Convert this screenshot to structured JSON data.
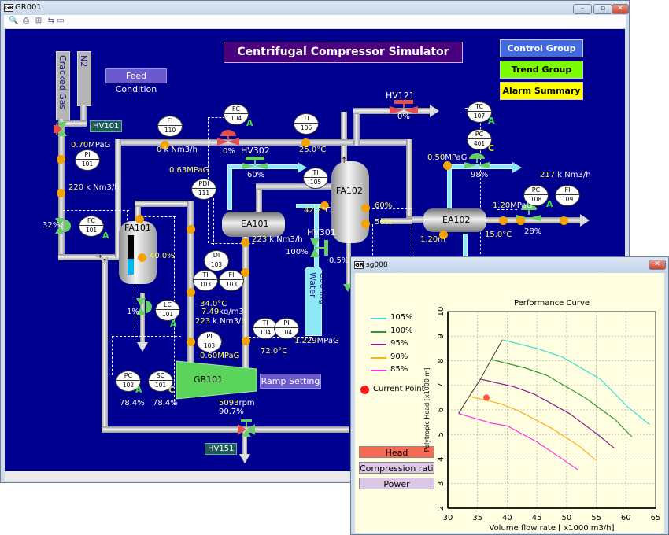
{
  "main_window": {
    "title": "GR001",
    "app_icon": "gr-app-icon",
    "controls": {
      "minimize": "–",
      "maximize": "▫",
      "close": "✕"
    },
    "toolbar": [
      {
        "name": "zoom-icon",
        "glyph": "🔍"
      },
      {
        "name": "print-icon",
        "glyph": "⎙"
      },
      {
        "name": "network-icon",
        "glyph": "⊞"
      },
      {
        "name": "back-forward-icon",
        "glyph": "⇆"
      },
      {
        "name": "window-icon",
        "glyph": "▭"
      }
    ]
  },
  "header": {
    "title": "Centrifugal Compressor Simulator",
    "buttons": {
      "control_group": "Control Group",
      "trend_group": "Trend Group",
      "alarm_summary": "Alarm Summary",
      "feed_condition": "Feed Condition",
      "ramp_setting": "Ramp Setting"
    }
  },
  "feeds": {
    "cracked_gas": "Cracked Gas",
    "n2": "N2",
    "cooling_water": "Cooling Water"
  },
  "equipment": {
    "fa101": "FA101",
    "fa102": "FA102",
    "ea101": "EA101",
    "ea102": "EA102",
    "gb101": "GB101"
  },
  "valves": {
    "hv101": {
      "tag": "HV101"
    },
    "hv121": {
      "tag": "HV121",
      "opening": "0%"
    },
    "hv302": {
      "tag": "HV302",
      "opening": "60%"
    },
    "hv301": {
      "tag": "HV301",
      "opening": "100%"
    },
    "hv151": {
      "tag": "HV151"
    },
    "fc101_valve": "32%",
    "fc104_valve": "0%",
    "lc101_valve": "1%",
    "pc401_valve": "98%",
    "pc108_valve": "28%",
    "fa102_bottom_valve": "0.5%"
  },
  "instruments": {
    "pi101": {
      "type": "PI",
      "num": "101"
    },
    "fc101": {
      "type": "FC",
      "num": "101",
      "mode": "A"
    },
    "fi110": {
      "type": "FI",
      "num": "110"
    },
    "fc104": {
      "type": "FC",
      "num": "104",
      "mode": "A"
    },
    "ti106": {
      "type": "TI",
      "num": "106"
    },
    "pdi111": {
      "type": "PDI",
      "num": "111"
    },
    "ti105": {
      "type": "TI",
      "num": "105"
    },
    "tc107": {
      "type": "TC",
      "num": "107",
      "mode": "A"
    },
    "pc401": {
      "type": "PC",
      "num": "401",
      "mode": "C"
    },
    "pc108": {
      "type": "PC",
      "num": "108",
      "mode": "A"
    },
    "fi109": {
      "type": "FI",
      "num": "109"
    },
    "di103": {
      "type": "DI",
      "num": "103"
    },
    "ti103": {
      "type": "TI",
      "num": "103"
    },
    "fi103": {
      "type": "FI",
      "num": "103"
    },
    "lc101": {
      "type": "LC",
      "num": "101",
      "mode": "A"
    },
    "pi103": {
      "type": "PI",
      "num": "103"
    },
    "ti104": {
      "type": "TI",
      "num": "104"
    },
    "pi104": {
      "type": "PI",
      "num": "104"
    },
    "pc102": {
      "type": "PC",
      "num": "102",
      "mode": "A"
    },
    "sc101": {
      "type": "SC",
      "num": "101",
      "mode": "C"
    }
  },
  "readings": {
    "pi101": {
      "value": "0.70",
      "unit": "MPaG"
    },
    "flow_feed": {
      "value": "220",
      "unit": " k Nm3/h"
    },
    "fi110": {
      "value": "0",
      "unit": " k Nm3/h"
    },
    "ti106": {
      "value": "25.0",
      "unit": "°C"
    },
    "pdi111": {
      "value": "0.63",
      "unit": "MPaG"
    },
    "ti105": {
      "value": "42.2",
      "unit": "°C"
    },
    "ea101_flow": {
      "value": "223",
      "unit": " k Nm3/h"
    },
    "fa101_level": {
      "value": "40.0%"
    },
    "fa102_high": {
      "value": "60%"
    },
    "fa102_low": {
      "value": "50%"
    },
    "pc401": {
      "value": "0.50",
      "unit": "MPaG"
    },
    "fi109": {
      "value": "217",
      "unit": " k Nm3/h"
    },
    "pc108": {
      "value": "1.20",
      "unit": "MPaG"
    },
    "ea102_level": {
      "value": "1.20",
      "unit": "m"
    },
    "ea102_temp": {
      "value": "15.0",
      "unit": "°C"
    },
    "ti103": {
      "value": "34.0",
      "unit": "°C"
    },
    "di103": {
      "value": "7.49",
      "unit": "kg/m3"
    },
    "fi103": {
      "value": "223",
      "unit": " k Nm3/h"
    },
    "pi103": {
      "value": "0.60",
      "unit": "MPaG"
    },
    "ti104": {
      "value": "72.0",
      "unit": "°C"
    },
    "pi104": {
      "value": "1.229",
      "unit": "MPaG"
    },
    "pc102_out": "78.4%",
    "sc101_out": "78.4%",
    "gb101_speed": {
      "value": "5093",
      "unit": "rpm"
    },
    "gb101_pct": "90.7%"
  },
  "popup": {
    "title": "sg008",
    "close": "✕",
    "buttons": {
      "head": "Head",
      "compression_ratio": "Compression ratio",
      "power": "Power"
    },
    "current_point_label": "Current Point"
  },
  "chart_data": {
    "type": "line",
    "title": "Performance Curve",
    "xlabel": "Volume flow rate [ x1000 m3/h]",
    "ylabel": "Polytropic Head [x1000 m]",
    "xlim": [
      30,
      65
    ],
    "ylim": [
      2,
      10
    ],
    "xticks": [
      30,
      35,
      40,
      45,
      50,
      55,
      60,
      65
    ],
    "yticks": [
      2,
      3,
      4,
      5,
      6,
      7,
      8,
      9,
      10
    ],
    "grid": true,
    "legend_position": "left",
    "series": [
      {
        "name": "105%",
        "color": "#40e0d0",
        "x": [
          39.2,
          45.0,
          49.3,
          55.7,
          60.4,
          64.0
        ],
        "y": [
          8.85,
          8.5,
          8.15,
          7.25,
          6.1,
          5.4
        ]
      },
      {
        "name": "100%",
        "color": "#2e9a2e",
        "x": [
          37.3,
          43.1,
          46.7,
          53.1,
          58.2,
          61.0
        ],
        "y": [
          8.05,
          7.7,
          7.4,
          6.5,
          5.6,
          4.9
        ]
      },
      {
        "name": "95%",
        "color": "#8b1a8b",
        "x": [
          35.5,
          41.0,
          44.5,
          50.5,
          55.5,
          58.0
        ],
        "y": [
          7.25,
          6.95,
          6.65,
          5.85,
          4.95,
          4.45
        ]
      },
      {
        "name": "90%",
        "color": "#ffb020",
        "x": [
          33.6,
          38.9,
          42.0,
          47.5,
          52.0,
          55.0
        ],
        "y": [
          6.55,
          6.25,
          5.95,
          5.25,
          4.55,
          3.95
        ]
      },
      {
        "name": "85%",
        "color": "#ff30e0",
        "x": [
          31.8,
          37.5,
          40.0,
          45.0,
          49.0,
          52.0
        ],
        "y": [
          5.85,
          5.45,
          5.35,
          4.7,
          4.05,
          3.55
        ]
      }
    ],
    "surge_line": {
      "color": "#333333",
      "x": [
        31.8,
        33.6,
        35.5,
        37.3,
        39.2
      ],
      "y": [
        5.85,
        6.55,
        7.25,
        8.05,
        8.85
      ]
    },
    "current_point": {
      "name": "Current Point",
      "color": "#ff3b2f",
      "x": 36.5,
      "y": 6.5
    }
  }
}
